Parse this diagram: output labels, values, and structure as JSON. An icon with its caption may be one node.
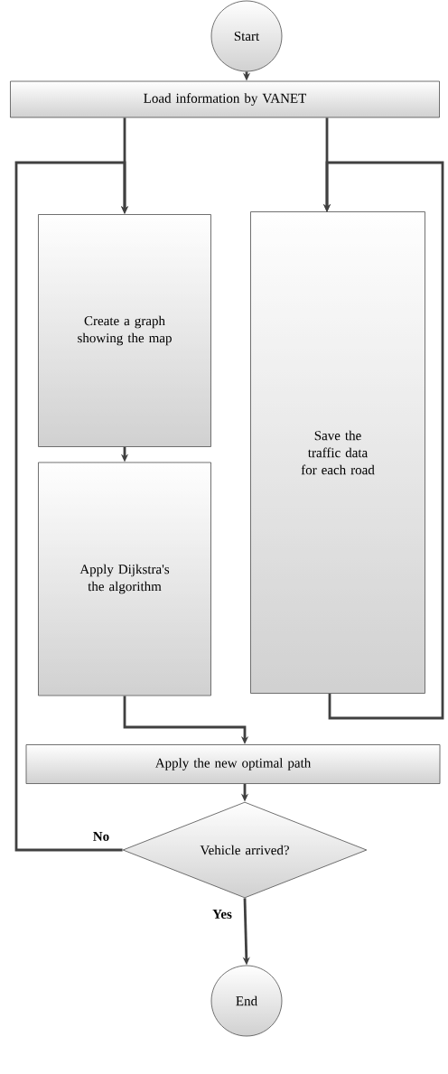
{
  "diagram": {
    "nodes": [
      {
        "text": [
          "Start"
        ]
      },
      {
        "text": [
          "Load information by VANET"
        ]
      },
      {
        "text": [
          "Create a graph showing the map"
        ]
      },
      {
        "text": [
          "Apply Dijkstra's the algorithm"
        ]
      },
      {
        "text": [
          "Save the traffic data for each road"
        ]
      },
      {
        "text": [
          "Apply the new optimal path"
        ]
      },
      {
        "text": [
          "Vehicle arrived?"
        ]
      },
      {
        "text": [
          "End"
        ]
      }
    ],
    "edges": [
      {
        "from": 0,
        "to": 1,
        "arrow": "to"
      },
      {
        "from": 1,
        "to": 2,
        "arrow": "to"
      },
      {
        "from": 1,
        "to": 4,
        "arrow": "to"
      },
      {
        "from": 2,
        "to": 3,
        "arrow": "to"
      },
      {
        "from": 3,
        "to": 5,
        "arrow": "to"
      },
      {
        "from": 4,
        "to": 4,
        "arrow": "to"
      },
      {
        "from": 5,
        "to": 6,
        "arrow": "to"
      },
      {
        "from": 6,
        "to": 2,
        "arrow": "to",
        "label": "No"
      },
      {
        "from": 6,
        "to": 7,
        "arrow": "to",
        "label": "Yes"
      }
    ]
  }
}
